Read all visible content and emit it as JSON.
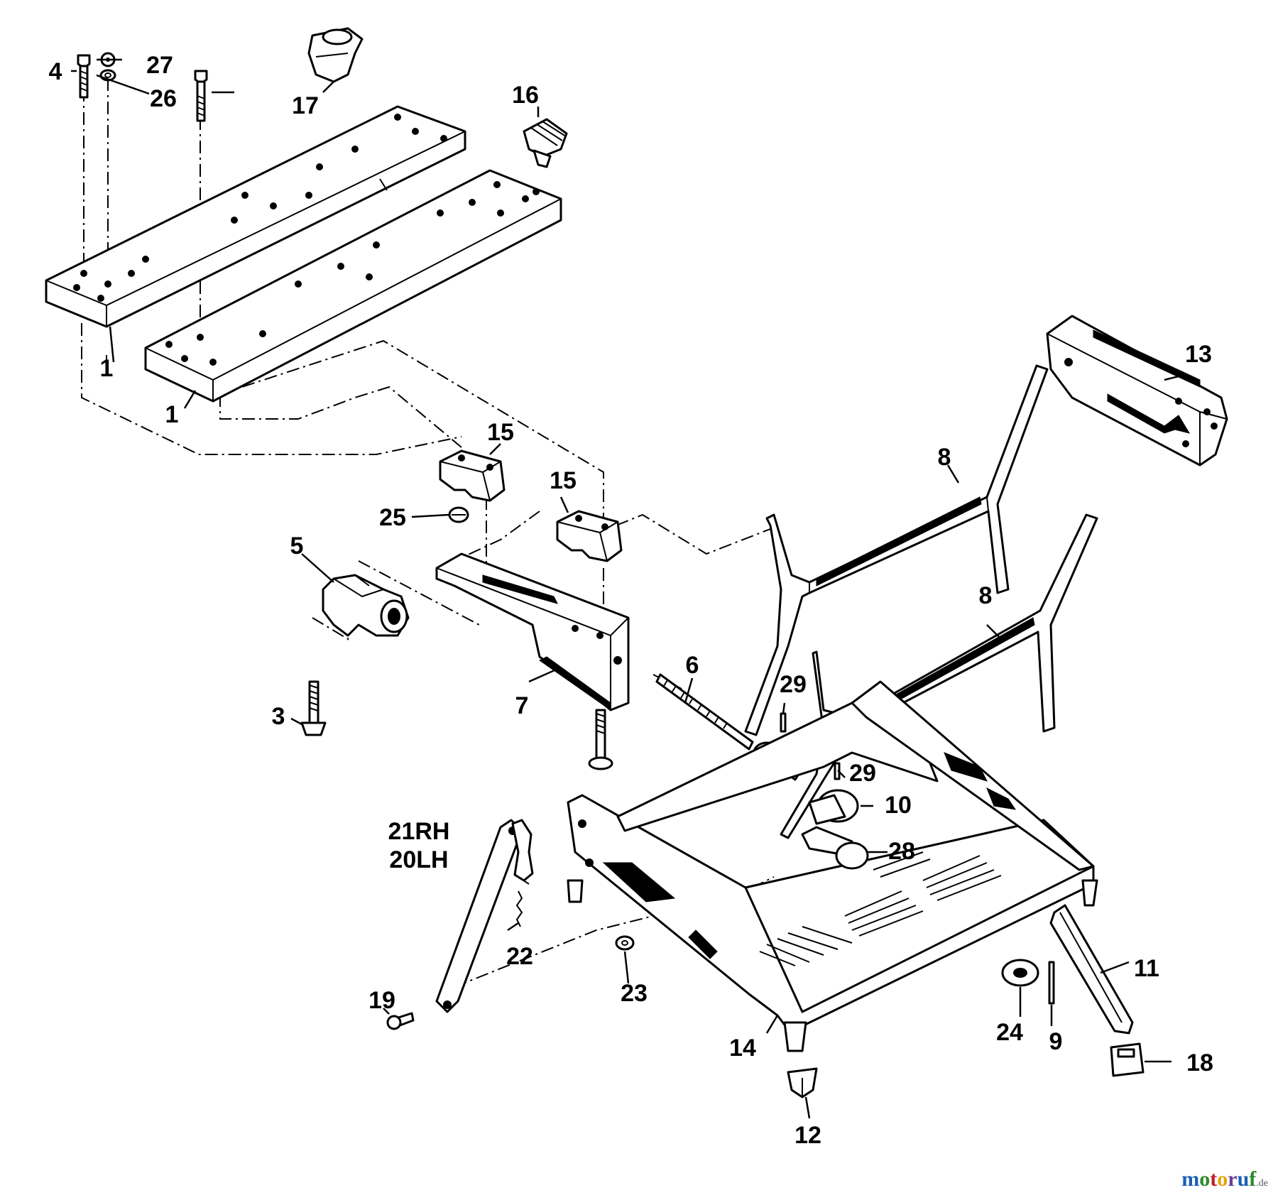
{
  "diagram": {
    "parts": [
      {
        "id": "p1a",
        "label": "1"
      },
      {
        "id": "p1b",
        "label": "1"
      },
      {
        "id": "p3",
        "label": "3"
      },
      {
        "id": "p4",
        "label": "4"
      },
      {
        "id": "p5",
        "label": "5"
      },
      {
        "id": "p6",
        "label": "6"
      },
      {
        "id": "p7",
        "label": "7"
      },
      {
        "id": "p8a",
        "label": "8"
      },
      {
        "id": "p8b",
        "label": "8"
      },
      {
        "id": "p9",
        "label": "9"
      },
      {
        "id": "p10",
        "label": "10"
      },
      {
        "id": "p11",
        "label": "11"
      },
      {
        "id": "p12",
        "label": "12"
      },
      {
        "id": "p13",
        "label": "13"
      },
      {
        "id": "p14",
        "label": "14"
      },
      {
        "id": "p15a",
        "label": "15"
      },
      {
        "id": "p15b",
        "label": "15"
      },
      {
        "id": "p16",
        "label": "16"
      },
      {
        "id": "p17",
        "label": "17"
      },
      {
        "id": "p18",
        "label": "18"
      },
      {
        "id": "p19",
        "label": "19"
      },
      {
        "id": "p22",
        "label": "22"
      },
      {
        "id": "p23",
        "label": "23"
      },
      {
        "id": "p24",
        "label": "24"
      },
      {
        "id": "p25",
        "label": "25"
      },
      {
        "id": "p26",
        "label": "26"
      },
      {
        "id": "p27",
        "label": "27"
      },
      {
        "id": "p28",
        "label": "28"
      },
      {
        "id": "p29a",
        "label": "29"
      },
      {
        "id": "p29b",
        "label": "29"
      }
    ],
    "variant_labels": {
      "rh": "21RH",
      "lh": "20LH"
    }
  },
  "watermark": {
    "text": "motoruf",
    "suffix": ".de",
    "colors": [
      "#1a5fb4",
      "#2a8a2a",
      "#c01c28",
      "#e5a50a",
      "#6a3d9a",
      "#1a5fb4",
      "#2a8a2a"
    ]
  }
}
